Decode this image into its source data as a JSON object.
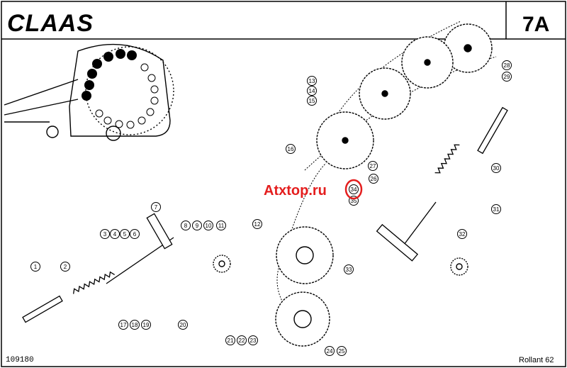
{
  "header": {
    "brand": "CLAAS",
    "sheet": "7A"
  },
  "watermark": "Atxtop.ru",
  "footer": {
    "doc_number": "109180",
    "model": "Rollant 62"
  },
  "callouts": [
    "1",
    "2",
    "3",
    "4",
    "5",
    "6",
    "7",
    "8",
    "9",
    "10",
    "11",
    "12",
    "13",
    "14",
    "15",
    "16",
    "17",
    "18",
    "19",
    "20",
    "21",
    "22",
    "23",
    "24",
    "25",
    "26",
    "27",
    "28",
    "29",
    "30",
    "31",
    "32",
    "33",
    "34",
    "35"
  ],
  "highlight": {
    "callout": "34",
    "color": "#e41e1e"
  }
}
